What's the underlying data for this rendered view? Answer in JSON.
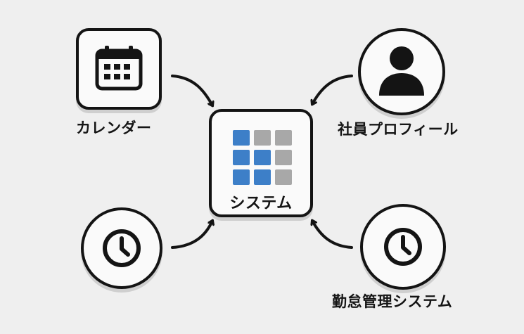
{
  "nodes": {
    "calendar": {
      "label": "カレンダー",
      "icon": "calendar-icon"
    },
    "profile": {
      "label": "社員プロフィール",
      "icon": "person-icon"
    },
    "system": {
      "label": "システム",
      "icon": "grid-icon"
    },
    "clock_left": {
      "label": "",
      "icon": "clock-icon"
    },
    "attendance": {
      "label": "勤怠管理システム",
      "icon": "clock-icon"
    }
  },
  "colors": {
    "background": "#efefef",
    "outline": "#141414",
    "accent_blue": "#3d7fc8",
    "grid_gray": "#a8a8a8"
  },
  "grid_pattern": [
    [
      "blue",
      "gray",
      "gray"
    ],
    [
      "blue",
      "blue",
      "gray"
    ],
    [
      "blue",
      "blue",
      "gray"
    ]
  ]
}
